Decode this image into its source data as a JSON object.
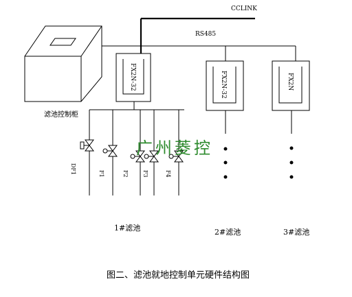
{
  "diagram": {
    "bus_top_label": "CCLINK",
    "bus_mid_label": "RS485",
    "cabinet_label": "滤池控制柜",
    "module1_label": "FX2N-32",
    "module2_label": "FX2N-32",
    "module3_label": "FX2N",
    "valve_labels": [
      "DF1",
      "F1",
      "F2",
      "F3",
      "F4"
    ],
    "watermark": "广州菱控",
    "pool1_label": "1#滤池",
    "pool2_label": "2#滤池",
    "pool3_label": "3#滤池",
    "caption": "图二、滤池就地控制单元硬件结构图"
  },
  "colors": {
    "line": "#000000",
    "watermark": "#2e8b2e",
    "background": "#ffffff"
  }
}
